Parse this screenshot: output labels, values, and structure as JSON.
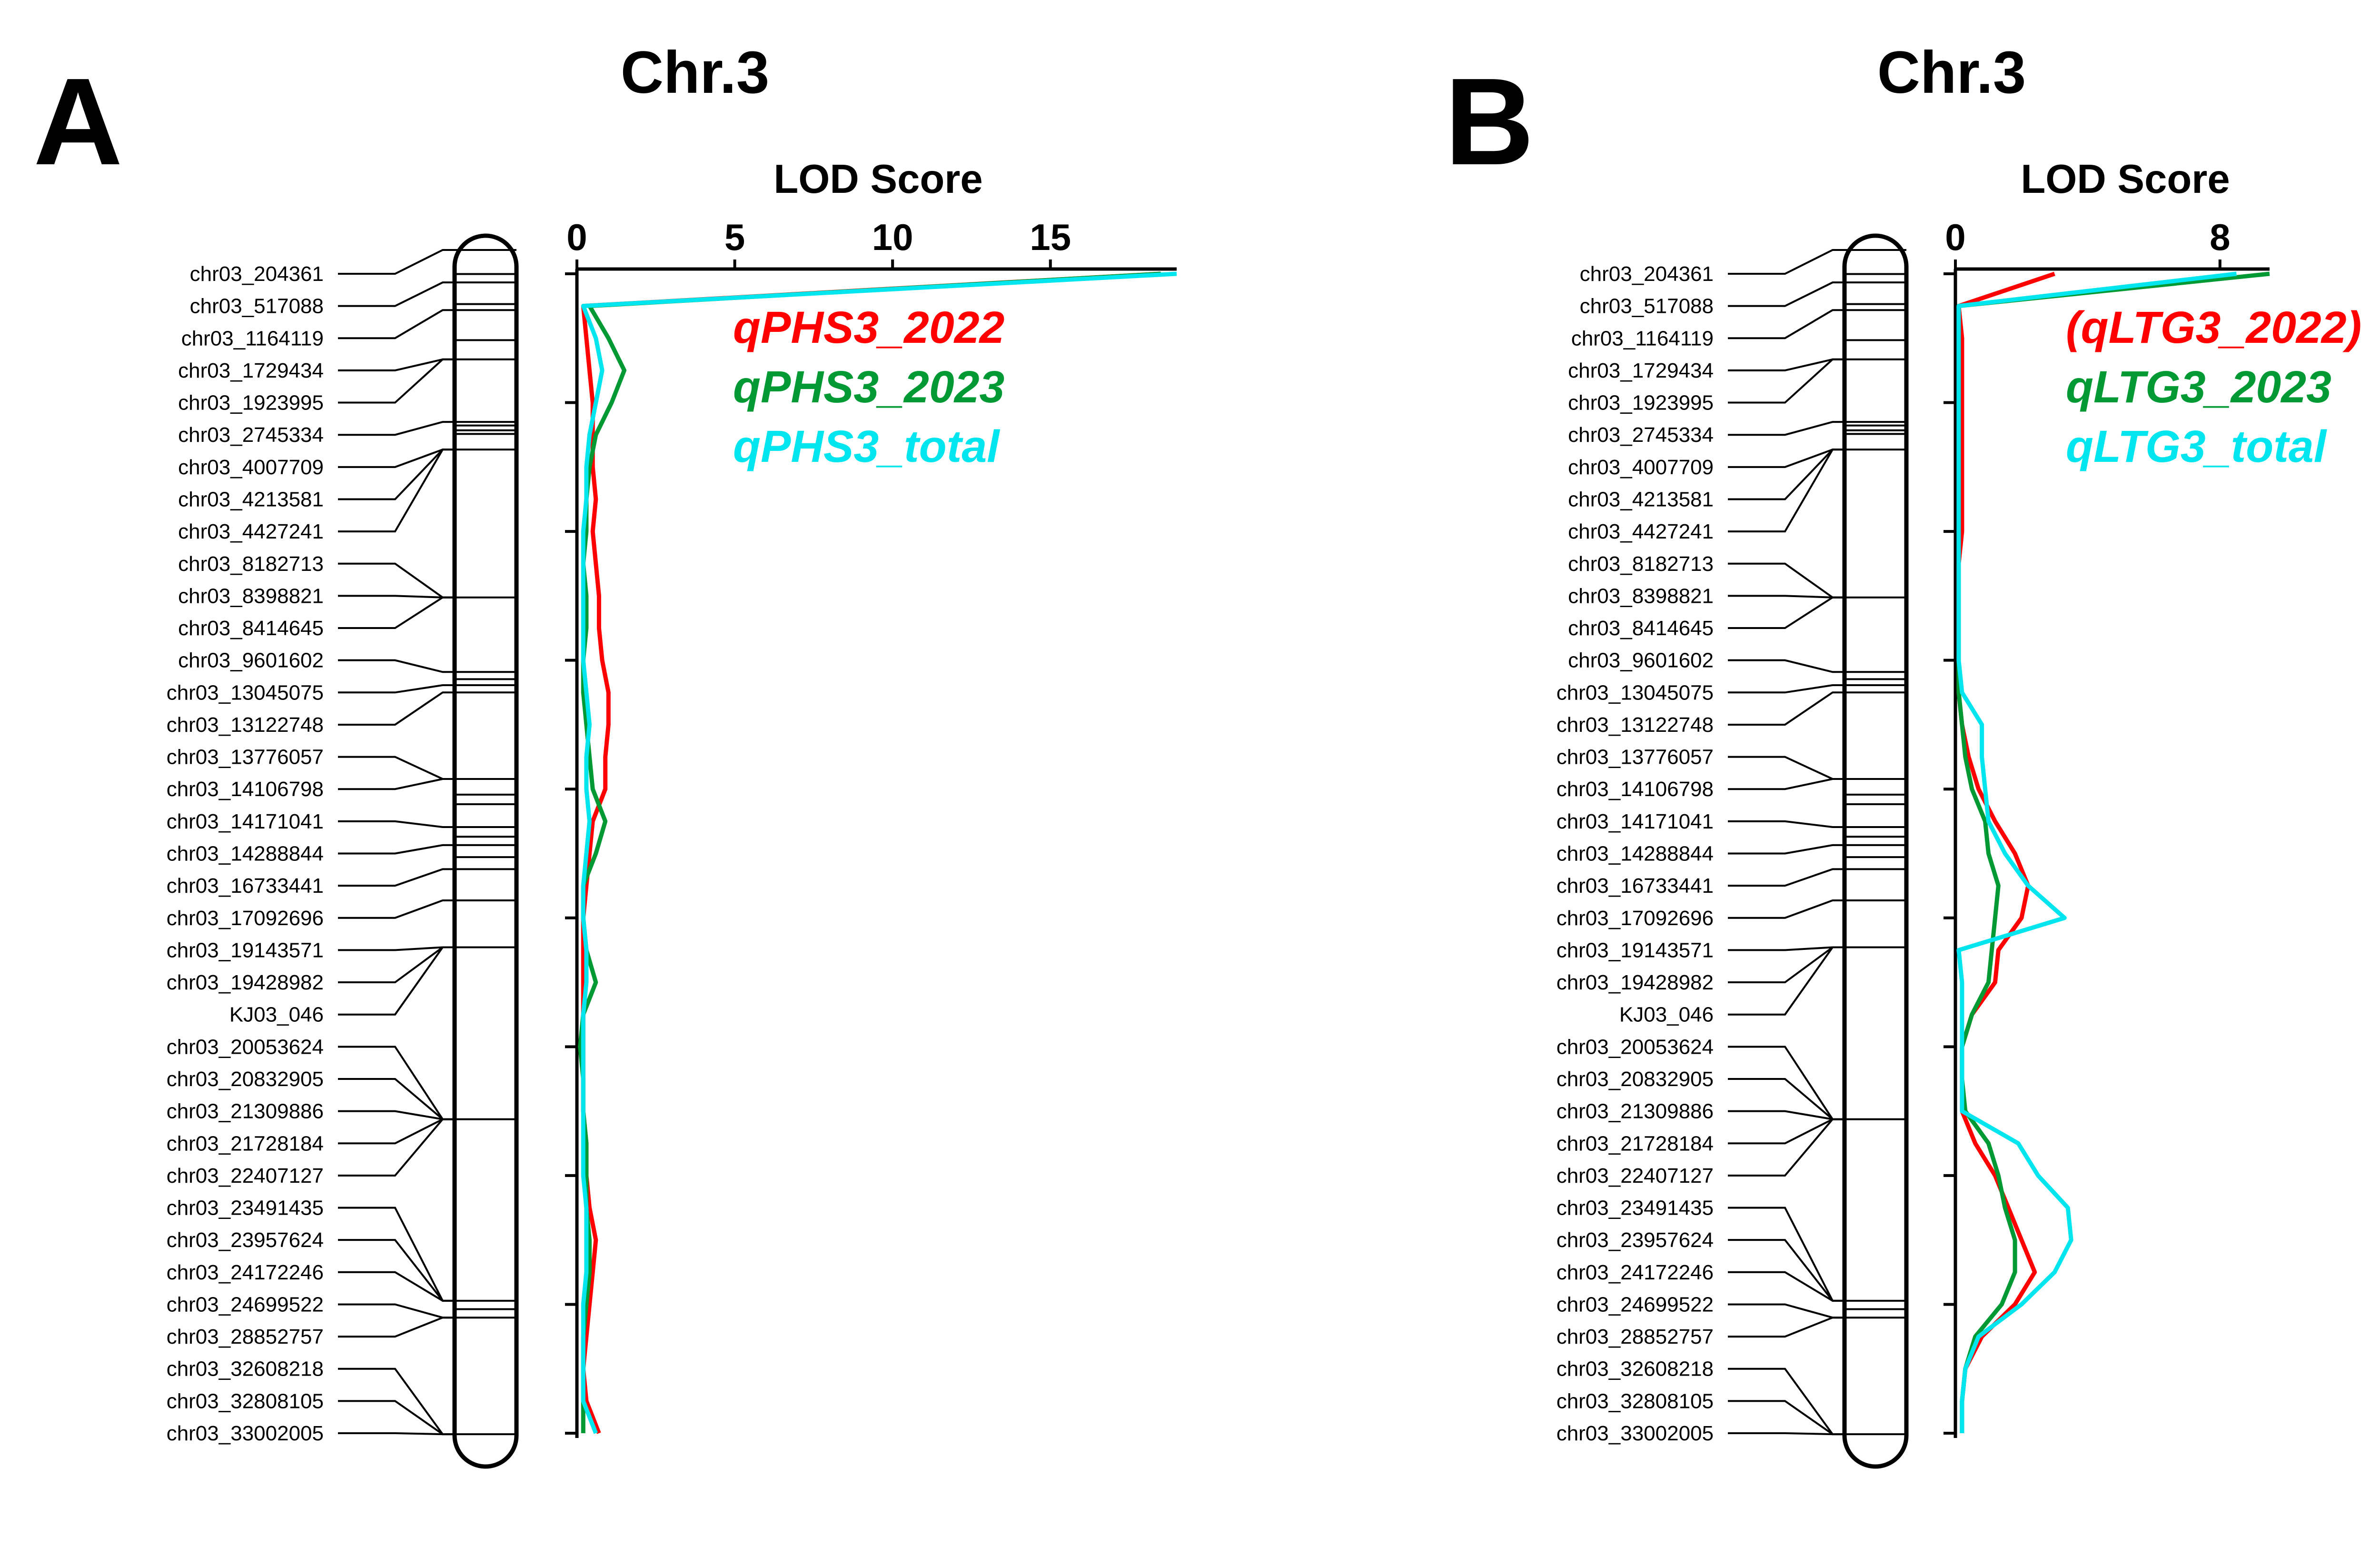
{
  "chart_data": [
    {
      "type": "line",
      "panel": "A",
      "title": "Chr.3",
      "xlabel": "LOD Score",
      "x_ticks": [
        0,
        5,
        10,
        15
      ],
      "xlim": [
        0,
        19
      ],
      "markers": [
        "chr03_204361",
        "chr03_517088",
        "chr03_1164119",
        "chr03_1729434",
        "chr03_1923995",
        "chr03_2745334",
        "chr03_4007709",
        "chr03_4213581",
        "chr03_4427241",
        "chr03_8182713",
        "chr03_8398821",
        "chr03_8414645",
        "chr03_9601602",
        "chr03_13045075",
        "chr03_13122748",
        "chr03_13776057",
        "chr03_14106798",
        "chr03_14171041",
        "chr03_14288844",
        "chr03_16733441",
        "chr03_17092696",
        "chr03_19143571",
        "chr03_19428982",
        "KJ03_046",
        "chr03_20053624",
        "chr03_20832905",
        "chr03_21309886",
        "chr03_21728184",
        "chr03_22407127",
        "chr03_23491435",
        "chr03_23957624",
        "chr03_24172246",
        "chr03_24699522",
        "chr03_28852757",
        "chr03_32608218",
        "chr03_32808105",
        "chr03_33002005"
      ],
      "series": [
        {
          "name": "qPHS3_2022",
          "color": "#ff0000",
          "values": [
            18.5,
            0.2,
            0.3,
            0.4,
            0.5,
            0.5,
            0.5,
            0.6,
            0.5,
            0.6,
            0.7,
            0.7,
            0.8,
            1.0,
            1.0,
            0.9,
            0.9,
            0.5,
            0.4,
            0.3,
            0.2,
            0.2,
            0.2,
            0.2,
            0.2,
            0.2,
            0.2,
            0.3,
            0.3,
            0.4,
            0.6,
            0.5,
            0.4,
            0.3,
            0.2,
            0.3,
            0.7
          ]
        },
        {
          "name": "qPHS3_2023",
          "color": "#009933",
          "values": [
            18.5,
            0.4,
            1.0,
            1.5,
            1.1,
            0.6,
            0.4,
            0.3,
            0.3,
            0.2,
            0.3,
            0.3,
            0.2,
            0.2,
            0.3,
            0.4,
            0.5,
            0.9,
            0.6,
            0.2,
            0.2,
            0.3,
            0.6,
            0.2,
            0.1,
            0.2,
            0.2,
            0.3,
            0.3,
            0.3,
            0.4,
            0.4,
            0.3,
            0.2,
            0.2,
            0.2,
            0.2
          ]
        },
        {
          "name": "qPHS3_total",
          "color": "#00e5ee",
          "values": [
            19.0,
            0.2,
            0.6,
            0.8,
            0.6,
            0.4,
            0.3,
            0.3,
            0.2,
            0.2,
            0.2,
            0.2,
            0.2,
            0.3,
            0.4,
            0.3,
            0.3,
            0.4,
            0.3,
            0.2,
            0.2,
            0.3,
            0.3,
            0.2,
            0.2,
            0.2,
            0.2,
            0.2,
            0.2,
            0.3,
            0.3,
            0.3,
            0.2,
            0.2,
            0.2,
            0.2,
            0.6
          ]
        }
      ]
    },
    {
      "type": "line",
      "panel": "B",
      "title": "Chr.3",
      "xlabel": "LOD Score",
      "x_ticks": [
        0,
        8
      ],
      "xlim": [
        0,
        9.5
      ],
      "markers": [
        "chr03_204361",
        "chr03_517088",
        "chr03_1164119",
        "chr03_1729434",
        "chr03_1923995",
        "chr03_2745334",
        "chr03_4007709",
        "chr03_4213581",
        "chr03_4427241",
        "chr03_8182713",
        "chr03_8398821",
        "chr03_8414645",
        "chr03_9601602",
        "chr03_13045075",
        "chr03_13122748",
        "chr03_13776057",
        "chr03_14106798",
        "chr03_14171041",
        "chr03_14288844",
        "chr03_16733441",
        "chr03_17092696",
        "chr03_19143571",
        "chr03_19428982",
        "KJ03_046",
        "chr03_20053624",
        "chr03_20832905",
        "chr03_21309886",
        "chr03_21728184",
        "chr03_22407127",
        "chr03_23491435",
        "chr03_23957624",
        "chr03_24172246",
        "chr03_24699522",
        "chr03_28852757",
        "chr03_32608218",
        "chr03_32808105",
        "chr03_33002005"
      ],
      "series": [
        {
          "name": "(qLTG3_2022)",
          "color": "#ff0000",
          "values": [
            3.0,
            0.1,
            0.2,
            0.2,
            0.2,
            0.2,
            0.2,
            0.2,
            0.2,
            0.1,
            0.1,
            0.1,
            0.1,
            0.1,
            0.2,
            0.4,
            0.7,
            1.2,
            1.8,
            2.2,
            2.0,
            1.3,
            1.2,
            0.5,
            0.2,
            0.2,
            0.2,
            0.6,
            1.2,
            1.6,
            2.0,
            2.4,
            1.8,
            0.8,
            0.3,
            0.2,
            0.2
          ]
        },
        {
          "name": "qLTG3_2023",
          "color": "#009933",
          "values": [
            9.5,
            0.1,
            0.1,
            0.1,
            0.1,
            0.1,
            0.1,
            0.1,
            0.1,
            0.1,
            0.1,
            0.1,
            0.1,
            0.1,
            0.2,
            0.3,
            0.5,
            0.9,
            1.0,
            1.3,
            1.2,
            1.1,
            1.0,
            0.5,
            0.2,
            0.2,
            0.3,
            1.0,
            1.3,
            1.5,
            1.8,
            1.8,
            1.4,
            0.6,
            0.3,
            0.2,
            0.2
          ]
        },
        {
          "name": "qLTG3_total",
          "color": "#00e5ee",
          "values": [
            8.5,
            0.1,
            0.1,
            0.1,
            0.1,
            0.1,
            0.1,
            0.1,
            0.1,
            0.1,
            0.1,
            0.1,
            0.1,
            0.2,
            0.8,
            0.8,
            0.9,
            1.0,
            1.5,
            2.2,
            3.3,
            0.1,
            0.2,
            0.2,
            0.2,
            0.2,
            0.2,
            1.9,
            2.5,
            3.4,
            3.5,
            3.0,
            2.0,
            0.7,
            0.3,
            0.2,
            0.2
          ]
        }
      ]
    }
  ]
}
